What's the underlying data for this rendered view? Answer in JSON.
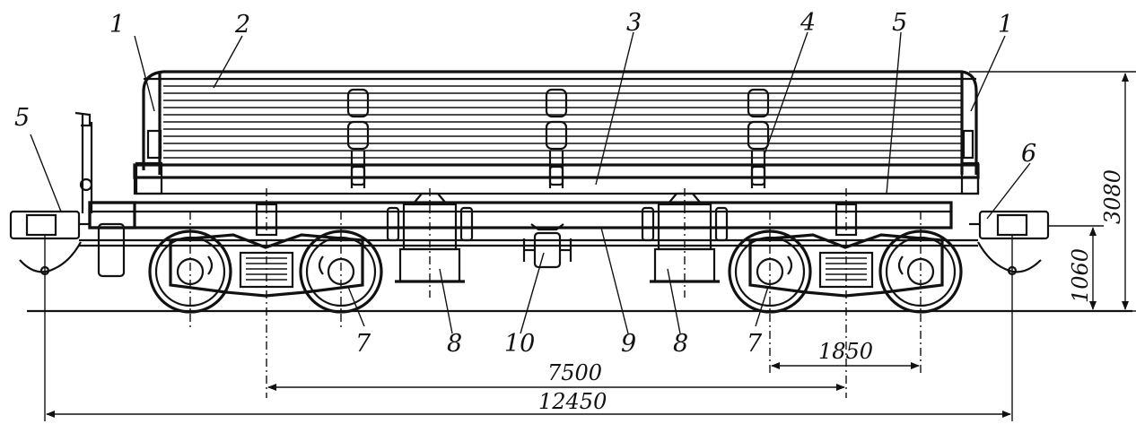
{
  "callouts": {
    "c1_left": "1",
    "c1_right": "1",
    "c2": "2",
    "c3": "3",
    "c4": "4",
    "c5_top": "5",
    "c5_left": "5",
    "c6": "6",
    "c7_left": "7",
    "c7_right": "7",
    "c8_left": "8",
    "c8_right": "8",
    "c9": "9",
    "c10": "10"
  },
  "dimensions": {
    "height_total": "3080",
    "coupler_height": "1060",
    "bogie_wheelbase": "1850",
    "bogie_centers": "7500",
    "length_over_couplers": "12450"
  },
  "colors": {
    "line": "#111111",
    "background": "#ffffff"
  }
}
